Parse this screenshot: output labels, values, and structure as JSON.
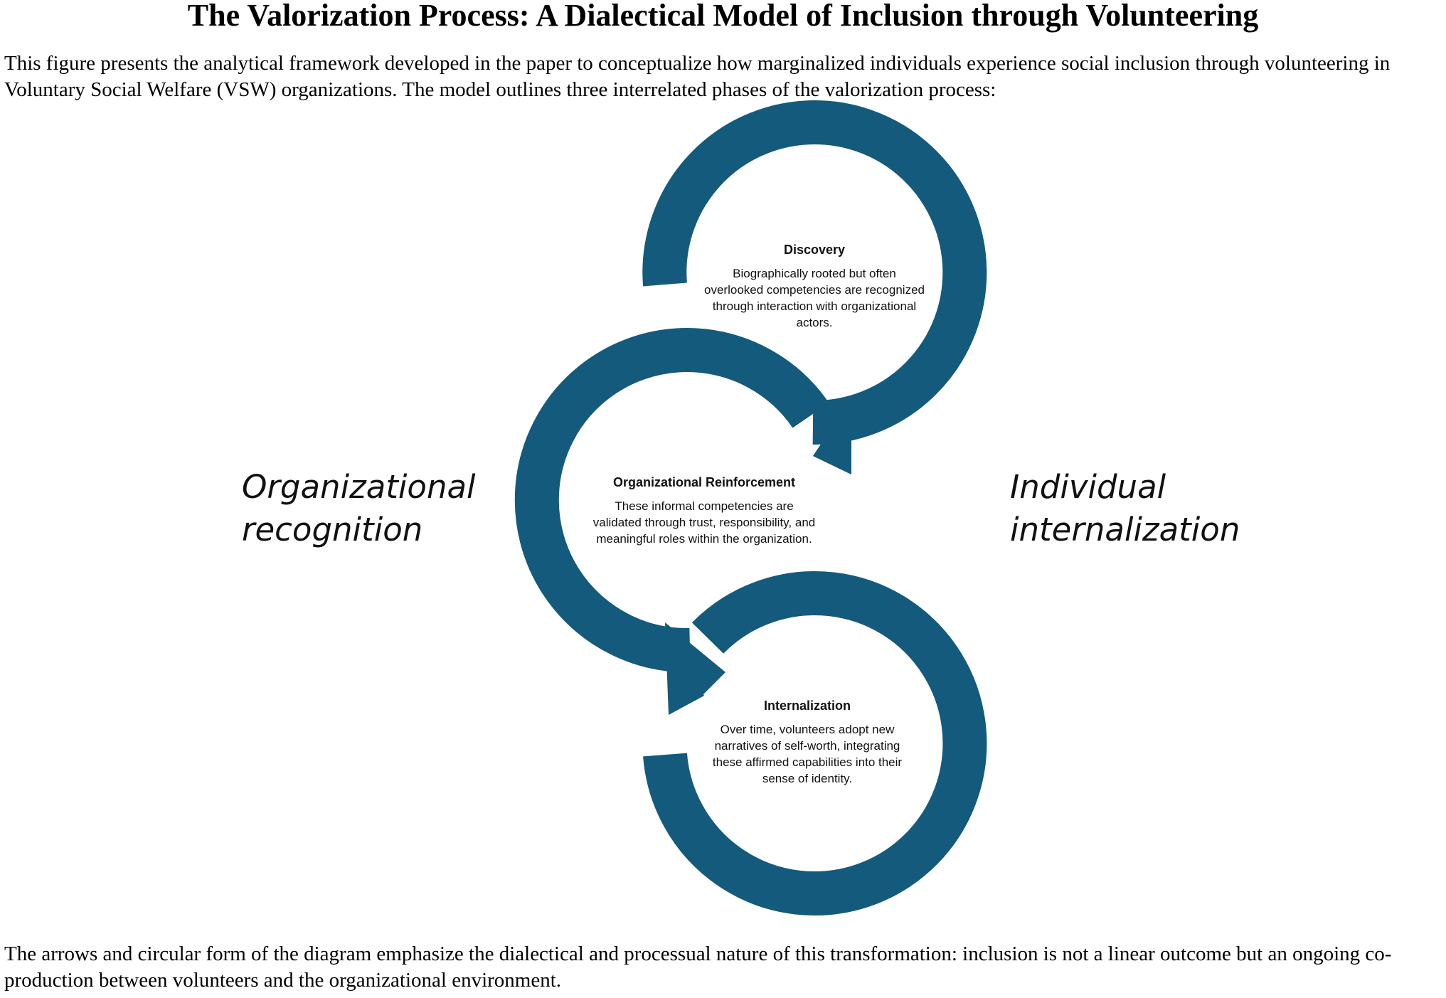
{
  "title": "The Valorization Process: A Dialectical Model of Inclusion through Volunteering",
  "intro": "This figure presents the analytical framework developed in the paper to conceptualize how marginalized individuals experience social inclusion through volunteering in Voluntary Social Welfare (VSW) organizations. The model outlines three interrelated phases of the valorization process:",
  "side_labels": {
    "left": "Organizational recognition",
    "right": "Individual internalization"
  },
  "phases": [
    {
      "title": "Discovery",
      "description": "Biographically rooted but often overlooked competencies are recognized through interaction with organizational actors."
    },
    {
      "title": "Organizational Reinforcement",
      "description": "These informal competencies are validated through trust, responsibility, and meaningful roles within the organization."
    },
    {
      "title": "Internalization",
      "description": "Over time, volunteers adopt new narratives of self-worth, integrating these affirmed capabilities into their sense of identity."
    }
  ],
  "closing": "The arrows and circular form of the diagram emphasize the dialectical and processual nature of this transformation: inclusion is not a linear outcome but an ongoing co-production between volunteers and the organizational environment.",
  "colors": {
    "ring": "#145a7c",
    "text": "#111111"
  }
}
